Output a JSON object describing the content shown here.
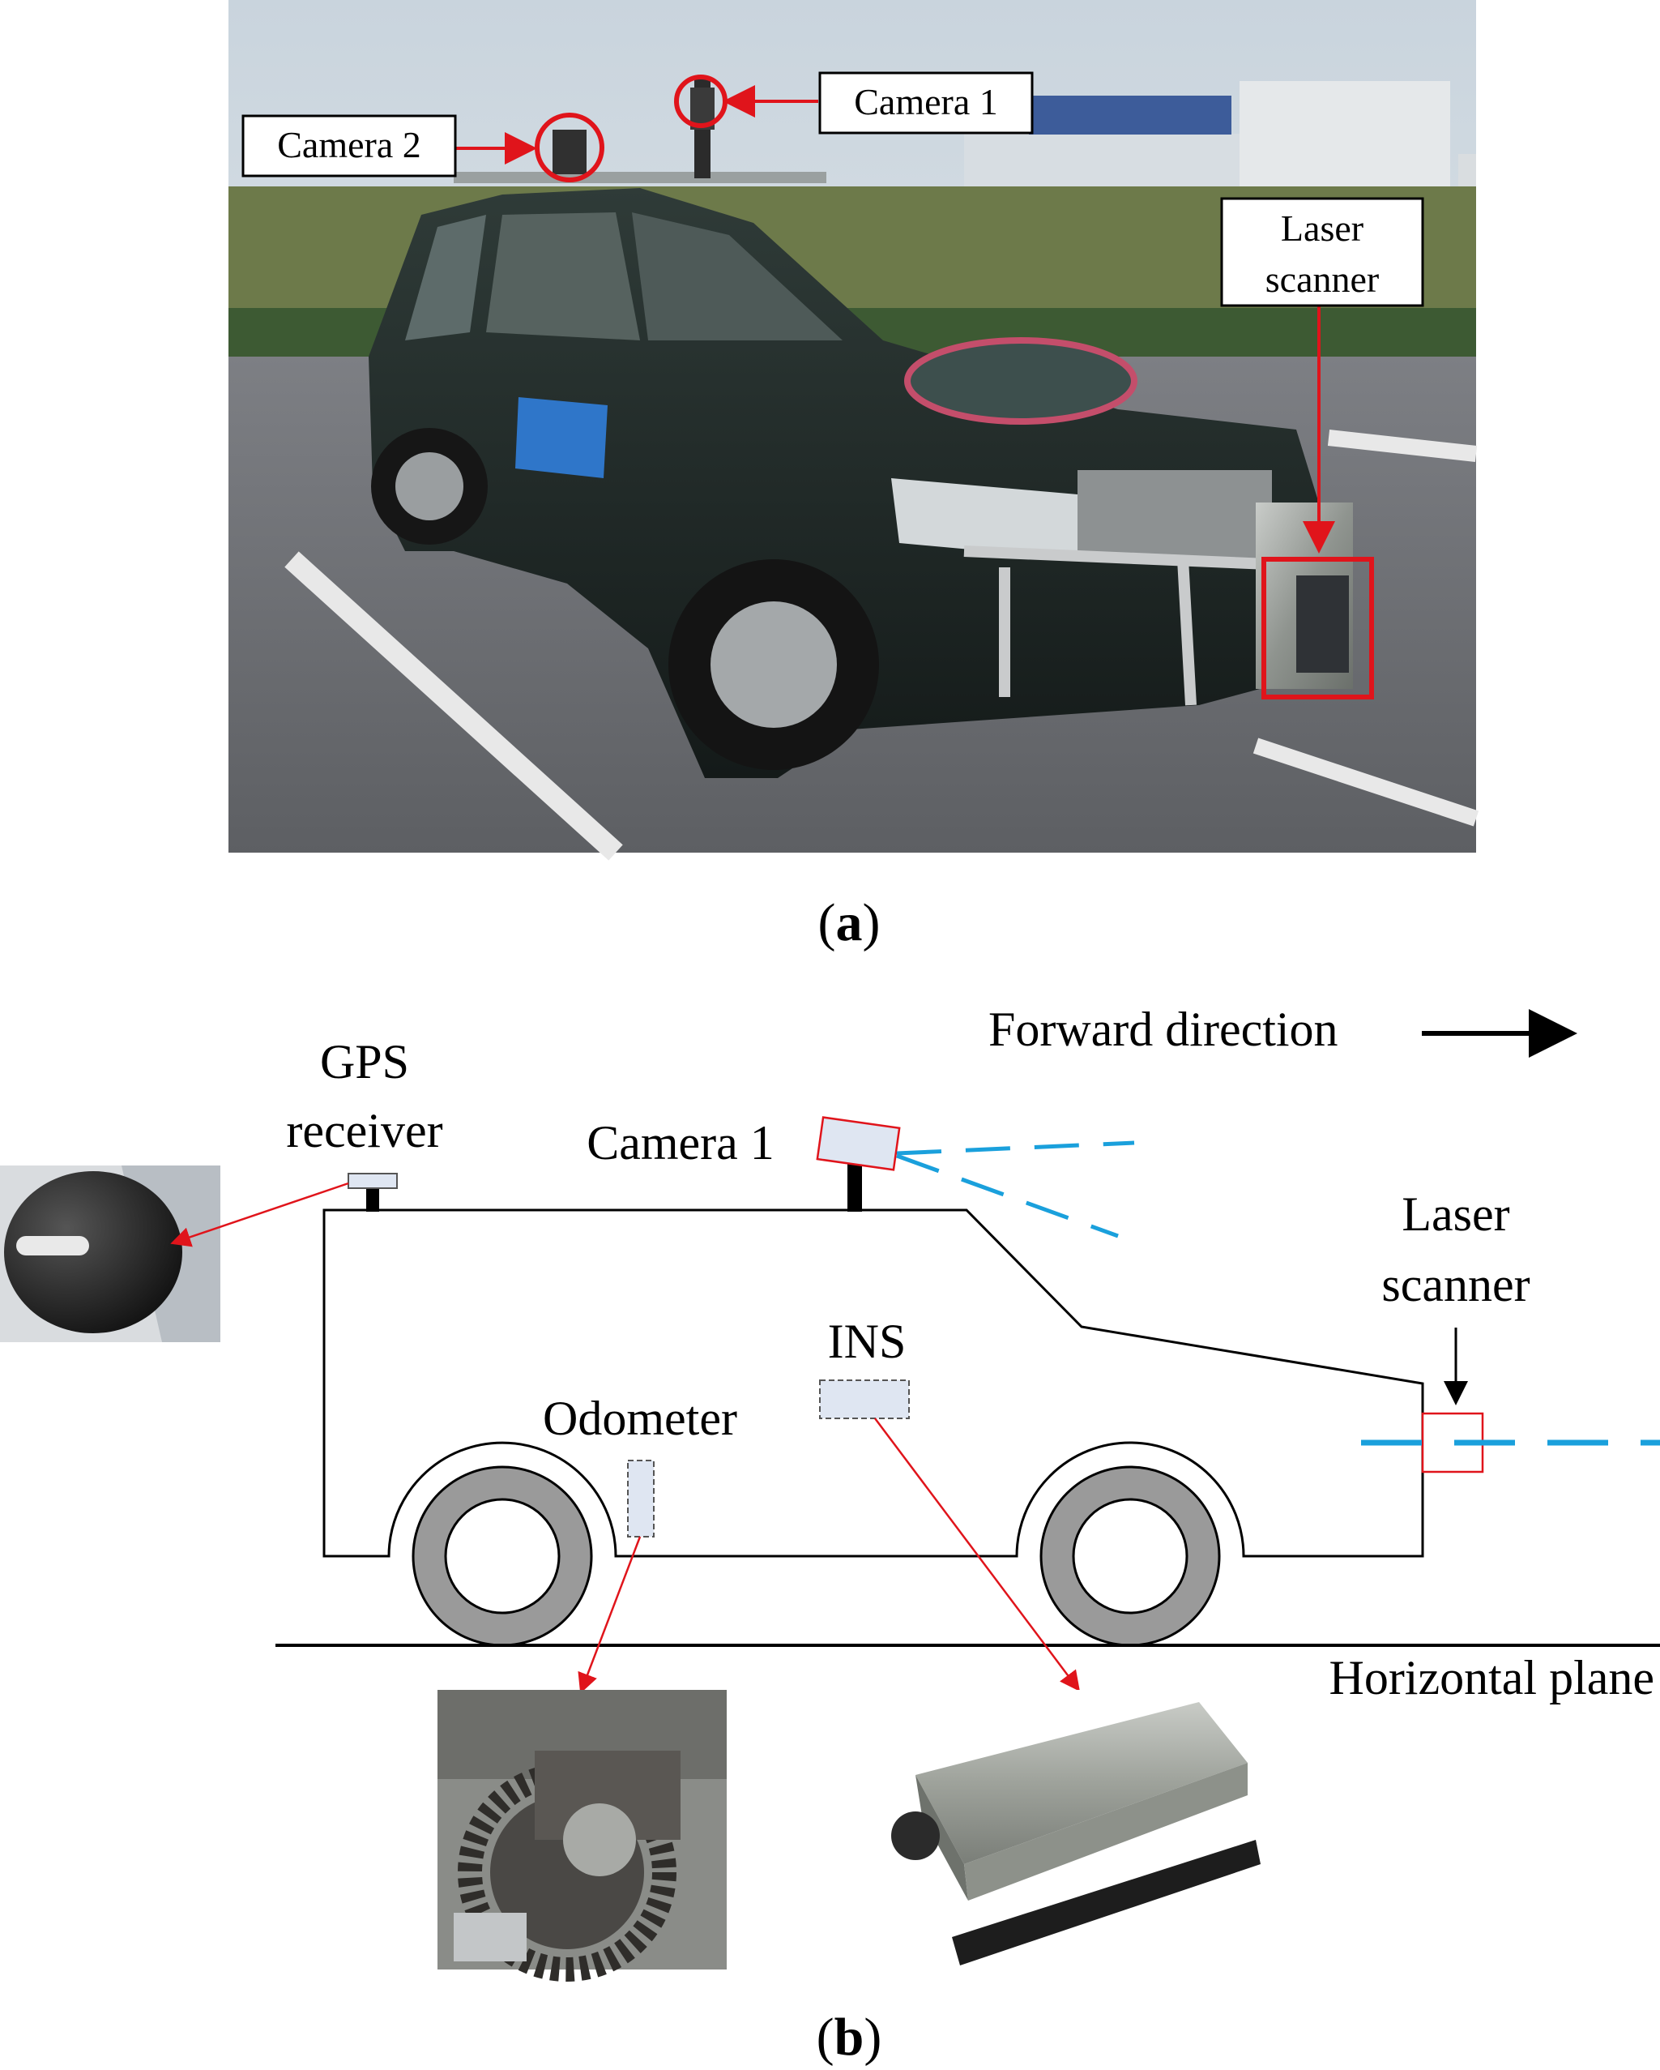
{
  "panel_a": {
    "caption_open": "(",
    "caption_letter": "a",
    "caption_close": ")",
    "labels": {
      "camera1": "Camera 1",
      "camera2": "Camera 2",
      "laser_line1": "Laser",
      "laser_line2": "scanner"
    }
  },
  "panel_b": {
    "caption_open": "(",
    "caption_letter": "b",
    "caption_close": ")",
    "forward_direction": "Forward direction",
    "gps_line1": "GPS",
    "gps_line2": "receiver",
    "camera1": "Camera 1",
    "laser_line1": "Laser",
    "laser_line2": "scanner",
    "ins": "INS",
    "odometer": "Odometer",
    "horizontal_plane": "Horizontal plane"
  },
  "colors": {
    "annotation_red": "#e0141b",
    "scan_blue": "#1aa0dc",
    "wheel_gray": "#9a9a9a",
    "sensor_fill": "#dfe6f2"
  }
}
